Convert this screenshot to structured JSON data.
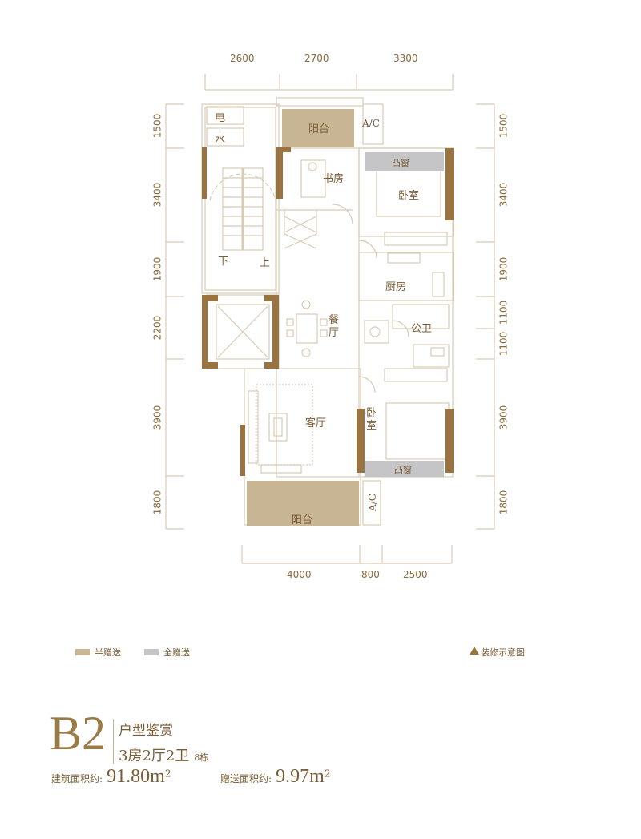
{
  "plan": {
    "top_dims": [
      "2600",
      "2700",
      "3300"
    ],
    "bottom_dims": [
      "4000",
      "800",
      "2500"
    ],
    "left_dims": [
      "1500",
      "3400",
      "1900",
      "2200",
      "3900",
      "1800"
    ],
    "right_dims": [
      "1500",
      "3400",
      "1900",
      "1100",
      "1100",
      "3900",
      "1800"
    ],
    "rooms": {
      "electric": "电",
      "water": "水",
      "balcony_top": "阳台",
      "ac_top": "A/C",
      "bay_window_top": "凸窗",
      "study": "书房",
      "bedroom_top": "卧室",
      "down": "下",
      "up": "上",
      "kitchen": "厨房",
      "dining": "餐厅",
      "public_bath": "公卫",
      "living": "客厅",
      "bedroom_bottom": "卧室",
      "bay_window_bottom": "凸窗",
      "balcony_bottom": "阳台",
      "ac_bottom": "A/C"
    },
    "colors": {
      "line": "#d8cbb5",
      "wall": "#9a7440",
      "half_gift": "#c8b594",
      "full_gift": "#c5c5c7",
      "text": "#7a5c35"
    }
  },
  "legend": {
    "half_gift": "半赠送",
    "full_gift": "全赠送",
    "decoration_note": "装修示意图",
    "triangle_icon": "▲"
  },
  "unit": {
    "code": "B2",
    "subtitle": "户型鉴赏",
    "layout": "3房2厅2卫",
    "building": "8栋",
    "building_area_label": "建筑面积约:",
    "building_area_value": "91.80m",
    "gift_area_label": "赠送面积约:",
    "gift_area_value": "9.97m",
    "unit_sup": "2"
  }
}
